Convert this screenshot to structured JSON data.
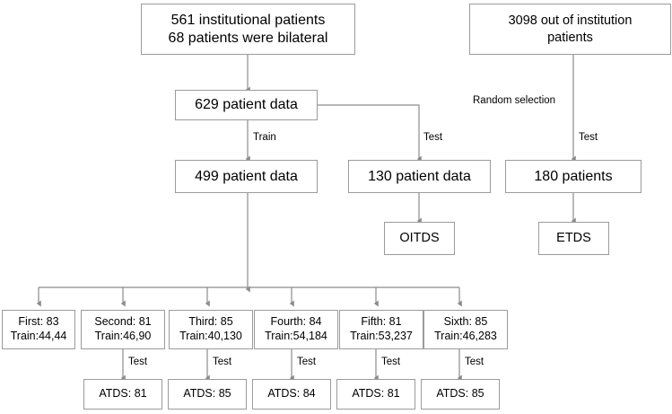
{
  "diagram": {
    "title": "Patient data split flowchart",
    "colors": {
      "box_border": "#9b9b9b",
      "connector": "#8c8c8c",
      "text": "#000000",
      "background": "#ffffff"
    },
    "nodes": {
      "institutional": {
        "line1": "561 institutional patients",
        "line2": "68 patients were bilateral"
      },
      "out_of_institution": {
        "line1": "3098 out of institution",
        "line2": "patients"
      },
      "total_patient_data": {
        "line1": "629 patient data"
      },
      "train_set": {
        "line1": "499 patient data"
      },
      "test_set_internal": {
        "line1": "130 patient data"
      },
      "test_set_external": {
        "line1": "180 patients"
      },
      "oitds": {
        "line1": "OITDS"
      },
      "etds": {
        "line1": "ETDS"
      }
    },
    "edge_labels": {
      "train": "Train",
      "test_internal": "Test",
      "test_external_random": "Random selection",
      "test_external": "Test",
      "test_fold_1": "Test",
      "test_fold_2": "Test",
      "test_fold_3": "Test",
      "test_fold_4": "Test",
      "test_fold_5": "Test"
    },
    "folds": [
      {
        "name": "First:  83",
        "train": "Train:44,44",
        "atds": "ATDS: 81"
      },
      {
        "name": "Second: 81",
        "train": "Train:46,90",
        "atds": "ATDS: 85"
      },
      {
        "name": "Third: 85",
        "train": "Train:40,130",
        "atds": "ATDS: 84"
      },
      {
        "name": "Fourth: 84",
        "train": "Train:54,184",
        "atds": "ATDS: 81"
      },
      {
        "name": "Fifth: 81",
        "train": "Train:53,237",
        "atds": "ATDS: 85"
      },
      {
        "name": "Sixth: 85",
        "train": "Train:46,283",
        "atds": ""
      }
    ]
  }
}
